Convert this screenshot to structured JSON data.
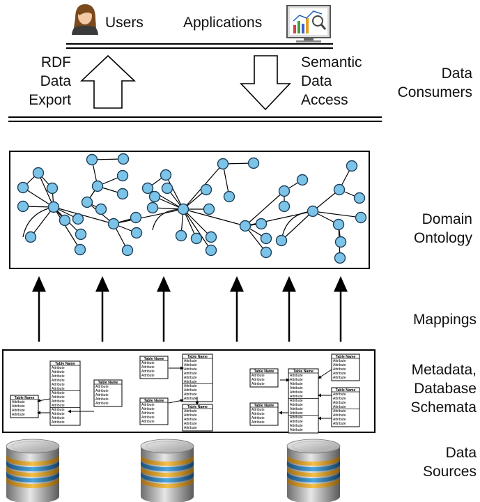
{
  "consumers": {
    "users_label": "Users",
    "applications_label": "Applications",
    "rdf_export": [
      "RDF",
      "Data",
      "Export"
    ],
    "semantic_access": [
      "Semantic",
      "Data",
      "Access"
    ]
  },
  "layers": {
    "data_consumers": [
      "Data",
      "Consumers"
    ],
    "domain_ontology": [
      "Domain",
      "Ontology"
    ],
    "mappings": [
      "Mappings"
    ],
    "metadata": [
      "Metadata,",
      "Database",
      "Schemata"
    ],
    "data_sources": [
      "Data",
      "Sources"
    ]
  },
  "schema": {
    "table_name": "Table Name",
    "attribute": "Attribute"
  },
  "icons": {
    "user": "user-avatar-icon",
    "application": "analytics-monitor-icon",
    "database": "database-cylinder-icon"
  },
  "colors": {
    "node_fill": "#7cc3e8",
    "node_stroke": "#1d3f5a",
    "db_gold": "#e0a52a",
    "db_blue": "#2a7fb0"
  }
}
